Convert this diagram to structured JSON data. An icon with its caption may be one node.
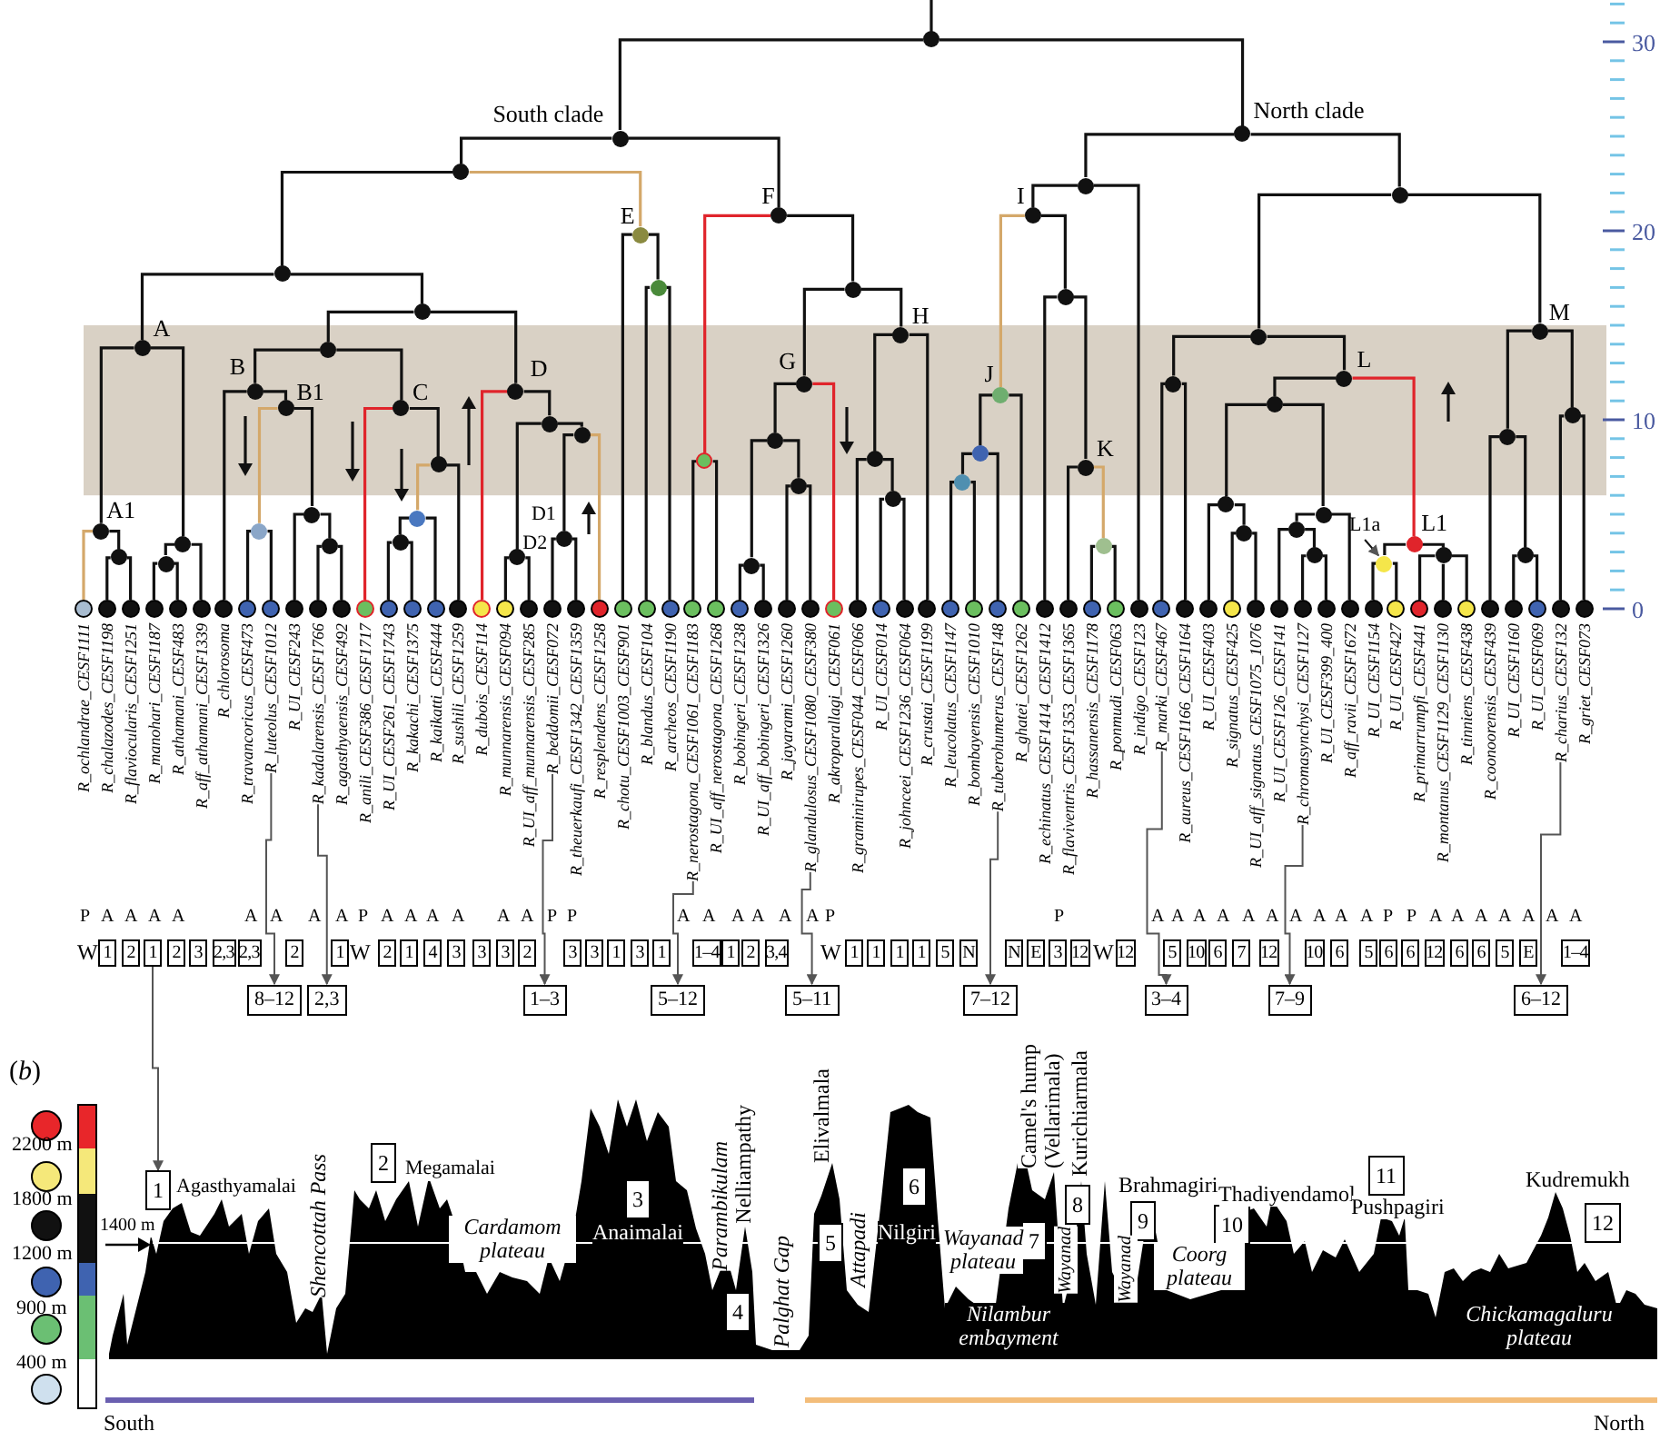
{
  "diagram": {
    "nodes": [
      {
        "text": [],
        "shape": "circle"
      },
      {
        "text": [],
        "shape": "circle",
        "beside": [
          "South clade"
        ]
      },
      {
        "text": [],
        "shape": "circle"
      },
      {
        "text": [],
        "shape": "circle"
      },
      {
        "text": [],
        "shape": "circle",
        "beside": [
          "A"
        ]
      },
      {
        "text": [],
        "shape": "circle",
        "beside": [
          "A1"
        ]
      },
      {
        "text": [],
        "shape": "circle"
      },
      {
        "text": [],
        "shape": "circle"
      },
      {
        "text": [],
        "shape": "circle"
      },
      {
        "text": [],
        "shape": "circle"
      },
      {
        "text": [],
        "shape": "circle"
      },
      {
        "text": [],
        "shape": "circle",
        "beside": [
          "B"
        ]
      },
      {
        "text": [],
        "shape": "circle",
        "beside": [
          "B1"
        ]
      },
      {
        "text": [],
        "shape": "circle"
      },
      {
        "text": [],
        "shape": "circle"
      },
      {
        "text": [],
        "shape": "circle"
      },
      {
        "text": [],
        "shape": "circle",
        "beside": [
          "C"
        ]
      },
      {
        "text": [],
        "shape": "circle"
      },
      {
        "text": [],
        "shape": "circle"
      },
      {
        "text": [],
        "shape": "circle"
      },
      {
        "text": [],
        "shape": "circle",
        "beside": [
          "D"
        ]
      },
      {
        "text": [],
        "shape": "circle"
      },
      {
        "text": [],
        "shape": "circle",
        "beside": [
          "D2"
        ]
      },
      {
        "text": [],
        "shape": "circle"
      },
      {
        "text": [],
        "shape": "circle",
        "beside": [
          "D1"
        ]
      },
      {
        "text": [],
        "shape": "circle",
        "beside": [
          "E"
        ]
      },
      {
        "text": [],
        "shape": "circle"
      },
      {
        "text": [],
        "shape": "circle",
        "beside": [
          "F"
        ]
      },
      {
        "text": [],
        "shape": "circle"
      },
      {
        "text": [],
        "shape": "circle"
      },
      {
        "text": [],
        "shape": "circle",
        "beside": [
          "G"
        ]
      },
      {
        "text": [],
        "shape": "circle"
      },
      {
        "text": [],
        "shape": "circle"
      },
      {
        "text": [],
        "shape": "circle"
      },
      {
        "text": [],
        "shape": "circle",
        "beside": [
          "H"
        ]
      },
      {
        "text": [],
        "shape": "circle"
      },
      {
        "text": [],
        "shape": "circle"
      },
      {
        "text": [],
        "shape": "circle",
        "beside": [
          "North clade"
        ]
      },
      {
        "text": [],
        "shape": "circle"
      },
      {
        "text": [],
        "shape": "circle",
        "beside": [
          "I"
        ]
      },
      {
        "text": [],
        "shape": "circle",
        "beside": [
          "J"
        ]
      },
      {
        "text": [],
        "shape": "circle"
      },
      {
        "text": [],
        "shape": "circle"
      },
      {
        "text": [],
        "shape": "circle"
      },
      {
        "text": [],
        "shape": "circle",
        "beside": [
          "K"
        ]
      },
      {
        "text": [],
        "shape": "circle"
      },
      {
        "text": [],
        "shape": "circle"
      },
      {
        "text": [],
        "shape": "circle"
      },
      {
        "text": [],
        "shape": "circle"
      },
      {
        "text": [],
        "shape": "circle",
        "beside": [
          "L"
        ]
      },
      {
        "text": [],
        "shape": "circle"
      },
      {
        "text": [],
        "shape": "circle"
      },
      {
        "text": [],
        "shape": "circle"
      },
      {
        "text": [],
        "shape": "circle"
      },
      {
        "text": [],
        "shape": "circle"
      },
      {
        "text": [],
        "shape": "circle"
      },
      {
        "text": [],
        "shape": "circle",
        "beside": [
          "L1"
        ]
      },
      {
        "text": [],
        "shape": "circle"
      },
      {
        "text": [],
        "shape": "circle"
      },
      {
        "text": [],
        "shape": "circle",
        "beside": [
          "M"
        ]
      },
      {
        "text": [],
        "shape": "circle"
      },
      {
        "text": [],
        "shape": "circle"
      },
      {
        "text": [],
        "shape": "circle"
      },
      {
        "text": [
          "R_ochlandrae_CESF1111"
        ]
      },
      {
        "text": [
          "R_chalazodes_CESF1198"
        ]
      },
      {
        "text": [
          "R_flaviocularis_CESF1251"
        ]
      },
      {
        "text": [
          "R_manohari_CESF1187"
        ]
      },
      {
        "text": [
          "R_athamani_CESF483"
        ]
      },
      {
        "text": [
          "R_aff_athamani_CESF1339"
        ]
      },
      {
        "text": [
          "R_chlorosoma"
        ]
      },
      {
        "text": [
          "R_travancoricus_CESF473"
        ]
      },
      {
        "text": [
          "R_luteolus_CESF1012"
        ]
      },
      {
        "text": [
          "R_UI_CESF243"
        ]
      },
      {
        "text": [
          "R_kadalarensis_CESF1766"
        ]
      },
      {
        "text": [
          "R_agasthyaensis_CESF492"
        ]
      },
      {
        "text": [
          "R_anili_CESF386_CESF1717"
        ]
      },
      {
        "text": [
          "R_UI_CESF261_CESF1743"
        ]
      },
      {
        "text": [
          "R_kakachi_CESF1375"
        ]
      },
      {
        "text": [
          "R_kaikatti_CESF444"
        ]
      },
      {
        "text": [
          "R_sushili_CESF1259"
        ]
      },
      {
        "text": [
          "R_dubois_CESF114"
        ]
      },
      {
        "text": [
          "R_munnarensis_CESF094"
        ]
      },
      {
        "text": [
          "R_UI_aff_munnarensis_CESF285"
        ]
      },
      {
        "text": [
          "R_beddomii_CESF072"
        ]
      },
      {
        "text": [
          "R_theuerkaufi_CESF1342_CESF1359"
        ]
      },
      {
        "text": [
          "R_resplendens_CESF1258"
        ]
      },
      {
        "text": [
          "R_chotu_CESF1003_CESF901"
        ]
      },
      {
        "text": [
          "R_blandus_CESF104"
        ]
      },
      {
        "text": [
          "R_archeos_CESF1190"
        ]
      },
      {
        "text": [
          "R_nerostagona_CESF1061_CESF1183"
        ]
      },
      {
        "text": [
          "R_UI_aff_nerostagona_CESF1268"
        ]
      },
      {
        "text": [
          "R_bobingeri_CESF1238"
        ]
      },
      {
        "text": [
          "R_UI_aff_bobingeri_CESF1326"
        ]
      },
      {
        "text": [
          "R_jayarami_CESF1260"
        ]
      },
      {
        "text": [
          "R_glandulosus_CESF1080_CESF380"
        ]
      },
      {
        "text": [
          "R_akroparallagi_CESF061"
        ]
      },
      {
        "text": [
          "R_graminirupes_CESF044_CESF066"
        ]
      },
      {
        "text": [
          "R_UI_CESF014"
        ]
      },
      {
        "text": [
          "R_johnceei_CESF1236_CESF064"
        ]
      },
      {
        "text": [
          "R_crustai_CESF1199"
        ]
      },
      {
        "text": [
          "R_leucolatus_CESF1147"
        ]
      },
      {
        "text": [
          "R_bombayensis_CESF1010"
        ]
      },
      {
        "text": [
          "R_tuberohumerus_CESF148"
        ]
      },
      {
        "text": [
          "R_ghatei_CESF1262"
        ]
      },
      {
        "text": [
          "R_echinatus_CESF1414_CESF1412"
        ]
      },
      {
        "text": [
          "R_flaviventris_CESF1353_CESF1365"
        ]
      },
      {
        "text": [
          "R_hassanensis_CESF1178"
        ]
      },
      {
        "text": [
          "R_ponmudi_CESF063"
        ]
      },
      {
        "text": [
          "R_indigo_CESF123"
        ]
      },
      {
        "text": [
          "R_marki_CESF467"
        ]
      },
      {
        "text": [
          "R_aureus_CESF1166_CESF1164"
        ]
      },
      {
        "text": [
          "R_UI_CESF403"
        ]
      },
      {
        "text": [
          "R_signatus_CESF425"
        ]
      },
      {
        "text": [
          "R_UI_aff_signatus_CESF1075_1076"
        ]
      },
      {
        "text": [
          "R_UI_CESF126_CESF141"
        ]
      },
      {
        "text": [
          "R_chromasynchysi_CESF1127"
        ]
      },
      {
        "text": [
          "R_UI_CESF399_400"
        ]
      },
      {
        "text": [
          "R_aff_ravii_CESF1672"
        ]
      },
      {
        "text": [
          "R_UI_CESF1154"
        ]
      },
      {
        "text": [
          "R_UI_CESF427"
        ]
      },
      {
        "text": [
          "R_primarrumpfi_CESF441"
        ]
      },
      {
        "text": [
          "R_montanus_CESF1129_CESF1130"
        ]
      },
      {
        "text": [
          "R_tinniens_CESF438"
        ]
      },
      {
        "text": [
          "R_coonoorensis_CESF439"
        ]
      },
      {
        "text": [
          "R_UI_CESF1160"
        ]
      },
      {
        "text": [
          "R_UI_CESF069"
        ]
      },
      {
        "text": [
          "R_charius_CESF132"
        ]
      },
      {
        "text": [
          "R_griet_CESF073"
        ]
      },
      {
        "text": [
          "8–12"
        ]
      },
      {
        "text": [
          "2,3"
        ]
      },
      {
        "text": [
          "1–3"
        ]
      },
      {
        "text": [
          "5–12"
        ]
      },
      {
        "text": [
          "5–11"
        ]
      },
      {
        "text": [
          "7–12"
        ]
      },
      {
        "text": [
          "3–4"
        ]
      },
      {
        "text": [
          "7–9"
        ]
      },
      {
        "text": [
          "6–12"
        ]
      },
      {
        "text": [
          "1"
        ]
      },
      {
        "text": [
          "1"
        ]
      },
      {
        "text": [
          "1"
        ]
      },
      {
        "text": [
          "2"
        ]
      },
      {
        "text": [
          "2"
        ]
      },
      {
        "text": [
          "3"
        ]
      },
      {
        "text": [
          "2,3"
        ]
      },
      {
        "text": [
          "2,3"
        ]
      },
      {
        "text": [
          "2"
        ]
      },
      {
        "text": [
          "1"
        ]
      },
      {
        "text": [
          "2"
        ]
      },
      {
        "text": [
          "1"
        ]
      },
      {
        "text": [
          "4"
        ]
      },
      {
        "text": [
          "3"
        ]
      },
      {
        "text": [
          "3"
        ]
      },
      {
        "text": [
          "3"
        ]
      },
      {
        "text": [
          "2"
        ]
      },
      {
        "text": [
          "3"
        ]
      },
      {
        "text": [
          "3"
        ]
      },
      {
        "text": [
          "1"
        ]
      },
      {
        "text": [
          "3"
        ]
      },
      {
        "text": [
          "1"
        ]
      },
      {
        "text": [
          "1–4"
        ]
      },
      {
        "text": [
          "1"
        ]
      },
      {
        "text": [
          "2"
        ]
      },
      {
        "text": [
          "3,4"
        ]
      },
      {
        "text": [
          "1"
        ]
      },
      {
        "text": [
          "1"
        ]
      },
      {
        "text": [
          "1"
        ]
      },
      {
        "text": [
          "1"
        ]
      },
      {
        "text": [
          "5"
        ]
      },
      {
        "text": [
          "N"
        ]
      },
      {
        "text": [
          "N"
        ]
      },
      {
        "text": [
          "E"
        ]
      },
      {
        "text": [
          "3"
        ]
      },
      {
        "text": [
          "12"
        ]
      },
      {
        "text": [
          "12"
        ]
      },
      {
        "text": [
          "5"
        ]
      },
      {
        "text": [
          "10"
        ]
      },
      {
        "text": [
          "6"
        ]
      },
      {
        "text": [
          "7"
        ]
      },
      {
        "text": [
          "12"
        ]
      },
      {
        "text": [
          "10"
        ]
      },
      {
        "text": [
          "6"
        ]
      },
      {
        "text": [
          "5"
        ]
      },
      {
        "text": [
          "6"
        ]
      },
      {
        "text": [
          "6"
        ]
      },
      {
        "text": [
          "12"
        ]
      },
      {
        "text": [
          "6"
        ]
      },
      {
        "text": [
          "6"
        ]
      },
      {
        "text": [
          "5"
        ]
      },
      {
        "text": [
          "E"
        ]
      },
      {
        "text": [
          "1–4"
        ]
      },
      {
        "text": [
          "2"
        ]
      },
      {
        "text": [
          "3"
        ]
      },
      {
        "text": [
          "4"
        ]
      },
      {
        "text": [
          "5"
        ]
      },
      {
        "text": [
          "6"
        ]
      },
      {
        "text": [
          "7"
        ]
      },
      {
        "text": [
          "8"
        ]
      },
      {
        "text": [
          "9"
        ]
      },
      {
        "text": [
          "10"
        ]
      },
      {
        "text": [
          "11"
        ]
      },
      {
        "text": [
          "12"
        ]
      },
      {
        "text": [
          "L1a"
        ]
      }
    ],
    "edges": [
      {
        "from": null,
        "to": 0,
        "arrow": "none"
      },
      {
        "from": 0,
        "to": 1,
        "arrow": "none"
      },
      {
        "from": 0,
        "to": 37,
        "arrow": "none"
      },
      {
        "from": 1,
        "to": 2,
        "arrow": "none"
      },
      {
        "from": 1,
        "to": 27,
        "arrow": "none"
      },
      {
        "from": 2,
        "to": 3,
        "arrow": "none"
      },
      {
        "from": 2,
        "to": 25,
        "arrow": "none",
        "color": "#d4a86a"
      },
      {
        "from": 3,
        "to": 4,
        "arrow": "none"
      },
      {
        "from": 3,
        "to": 9,
        "arrow": "none"
      },
      {
        "from": 4,
        "to": 5,
        "arrow": "none"
      },
      {
        "from": 4,
        "to": 7,
        "arrow": "none"
      },
      {
        "from": 5,
        "to": 63,
        "arrow": "none",
        "color": "#d4a86a"
      },
      {
        "from": 5,
        "to": 6,
        "arrow": "none"
      },
      {
        "from": 6,
        "to": 64,
        "arrow": "none"
      },
      {
        "from": 6,
        "to": 65,
        "arrow": "none"
      },
      {
        "from": 7,
        "to": 8,
        "arrow": "none"
      },
      {
        "from": 7,
        "to": 68,
        "arrow": "none"
      },
      {
        "from": 8,
        "to": 66,
        "arrow": "none"
      },
      {
        "from": 8,
        "to": 67,
        "arrow": "none"
      },
      {
        "from": 9,
        "to": 10,
        "arrow": "none"
      },
      {
        "from": 9,
        "to": 20,
        "arrow": "none"
      },
      {
        "from": 10,
        "to": 11,
        "arrow": "none"
      },
      {
        "from": 10,
        "to": 16,
        "arrow": "none"
      },
      {
        "from": 11,
        "to": 69,
        "arrow": "none"
      },
      {
        "from": 11,
        "to": 12,
        "arrow": "none"
      },
      {
        "from": 12,
        "to": 13,
        "arrow": "none",
        "color": "#d4a86a"
      },
      {
        "from": 12,
        "to": 14,
        "arrow": "none"
      },
      {
        "from": 13,
        "to": 70,
        "arrow": "none"
      },
      {
        "from": 13,
        "to": 71,
        "arrow": "none"
      },
      {
        "from": 14,
        "to": 72,
        "arrow": "none"
      },
      {
        "from": 14,
        "to": 15,
        "arrow": "none"
      },
      {
        "from": 15,
        "to": 73,
        "arrow": "none"
      },
      {
        "from": 15,
        "to": 74,
        "arrow": "none"
      },
      {
        "from": 16,
        "to": 75,
        "arrow": "none",
        "color": "#e0242b"
      },
      {
        "from": 16,
        "to": 17,
        "arrow": "none"
      },
      {
        "from": 17,
        "to": 18,
        "arrow": "none",
        "color": "#d4a86a"
      },
      {
        "from": 17,
        "to": 79,
        "arrow": "none"
      },
      {
        "from": 18,
        "to": 19,
        "arrow": "none"
      },
      {
        "from": 18,
        "to": 78,
        "arrow": "none"
      },
      {
        "from": 19,
        "to": 76,
        "arrow": "none"
      },
      {
        "from": 19,
        "to": 77,
        "arrow": "none"
      },
      {
        "from": 20,
        "to": 80,
        "arrow": "none",
        "color": "#e0242b"
      },
      {
        "from": 20,
        "to": 21,
        "arrow": "none"
      },
      {
        "from": 21,
        "to": 22,
        "arrow": "none"
      },
      {
        "from": 21,
        "to": 23,
        "arrow": "none"
      },
      {
        "from": 22,
        "to": 81,
        "arrow": "none"
      },
      {
        "from": 22,
        "to": 82,
        "arrow": "none"
      },
      {
        "from": 23,
        "to": 24,
        "arrow": "none"
      },
      {
        "from": 23,
        "to": 85,
        "arrow": "none",
        "color": "#d4a86a"
      },
      {
        "from": 24,
        "to": 83,
        "arrow": "none"
      },
      {
        "from": 24,
        "to": 84,
        "arrow": "none"
      },
      {
        "from": 25,
        "to": 86,
        "arrow": "none"
      },
      {
        "from": 25,
        "to": 26,
        "arrow": "none"
      },
      {
        "from": 26,
        "to": 87,
        "arrow": "none"
      },
      {
        "from": 26,
        "to": 88,
        "arrow": "none"
      },
      {
        "from": 27,
        "to": 28,
        "arrow": "none",
        "color": "#e0242b"
      },
      {
        "from": 27,
        "to": 29,
        "arrow": "none"
      },
      {
        "from": 28,
        "to": 89,
        "arrow": "none"
      },
      {
        "from": 28,
        "to": 90,
        "arrow": "none"
      },
      {
        "from": 29,
        "to": 30,
        "arrow": "none"
      },
      {
        "from": 29,
        "to": 34,
        "arrow": "none"
      },
      {
        "from": 30,
        "to": 31,
        "arrow": "none"
      },
      {
        "from": 30,
        "to": 95,
        "arrow": "none",
        "color": "#e0242b"
      },
      {
        "from": 31,
        "to": 32,
        "arrow": "none"
      },
      {
        "from": 31,
        "to": 33,
        "arrow": "none"
      },
      {
        "from": 32,
        "to": 91,
        "arrow": "none"
      },
      {
        "from": 32,
        "to": 92,
        "arrow": "none"
      },
      {
        "from": 33,
        "to": 93,
        "arrow": "none"
      },
      {
        "from": 33,
        "to": 94,
        "arrow": "none"
      },
      {
        "from": 34,
        "to": 35,
        "arrow": "none"
      },
      {
        "from": 34,
        "to": 99,
        "arrow": "none"
      },
      {
        "from": 35,
        "to": 96,
        "arrow": "none"
      },
      {
        "from": 35,
        "to": 36,
        "arrow": "none"
      },
      {
        "from": 36,
        "to": 97,
        "arrow": "none"
      },
      {
        "from": 36,
        "to": 98,
        "arrow": "none"
      },
      {
        "from": 37,
        "to": 38,
        "arrow": "none"
      },
      {
        "from": 37,
        "to": 46,
        "arrow": "none"
      },
      {
        "from": 38,
        "to": 39,
        "arrow": "none"
      },
      {
        "from": 38,
        "to": 108,
        "arrow": "none"
      },
      {
        "from": 39,
        "to": 40,
        "arrow": "none",
        "color": "#d4a86a"
      },
      {
        "from": 39,
        "to": 43,
        "arrow": "none"
      },
      {
        "from": 40,
        "to": 41,
        "arrow": "none"
      },
      {
        "from": 40,
        "to": 103,
        "arrow": "none"
      },
      {
        "from": 41,
        "to": 42,
        "arrow": "none"
      },
      {
        "from": 41,
        "to": 102,
        "arrow": "none"
      },
      {
        "from": 42,
        "to": 100,
        "arrow": "none"
      },
      {
        "from": 42,
        "to": 101,
        "arrow": "none"
      },
      {
        "from": 43,
        "to": 104,
        "arrow": "none"
      },
      {
        "from": 43,
        "to": 44,
        "arrow": "none"
      },
      {
        "from": 44,
        "to": 105,
        "arrow": "none"
      },
      {
        "from": 44,
        "to": 45,
        "arrow": "none",
        "color": "#d4a86a"
      },
      {
        "from": 45,
        "to": 106,
        "arrow": "none"
      },
      {
        "from": 45,
        "to": 107,
        "arrow": "none"
      },
      {
        "from": 46,
        "to": 47,
        "arrow": "none"
      },
      {
        "from": 46,
        "to": 59,
        "arrow": "none"
      },
      {
        "from": 47,
        "to": 48,
        "arrow": "none"
      },
      {
        "from": 47,
        "to": 49,
        "arrow": "none"
      },
      {
        "from": 48,
        "to": 109,
        "arrow": "none"
      },
      {
        "from": 48,
        "to": 110,
        "arrow": "none"
      },
      {
        "from": 49,
        "to": 50,
        "arrow": "none"
      },
      {
        "from": 49,
        "to": 56,
        "arrow": "none",
        "color": "#e0242b"
      },
      {
        "from": 50,
        "to": 51,
        "arrow": "none"
      },
      {
        "from": 50,
        "to": 53,
        "arrow": "none"
      },
      {
        "from": 51,
        "to": 111,
        "arrow": "none"
      },
      {
        "from": 51,
        "to": 52,
        "arrow": "none"
      },
      {
        "from": 52,
        "to": 112,
        "arrow": "none"
      },
      {
        "from": 52,
        "to": 113,
        "arrow": "none"
      },
      {
        "from": 53,
        "to": 54,
        "arrow": "none"
      },
      {
        "from": 53,
        "to": 117,
        "arrow": "none"
      },
      {
        "from": 54,
        "to": 114,
        "arrow": "none"
      },
      {
        "from": 54,
        "to": 55,
        "arrow": "none"
      },
      {
        "from": 55,
        "to": 115,
        "arrow": "none"
      },
      {
        "from": 55,
        "to": 116,
        "arrow": "none"
      },
      {
        "from": 56,
        "to": 57,
        "arrow": "none"
      },
      {
        "from": 56,
        "to": 58,
        "arrow": "none"
      },
      {
        "from": 57,
        "to": 118,
        "arrow": "none"
      },
      {
        "from": 57,
        "to": 119,
        "arrow": "none"
      },
      {
        "from": 58,
        "to": 120,
        "arrow": "none"
      },
      {
        "from": 58,
        "to": 121,
        "arrow": "none"
      },
      {
        "from": 58,
        "to": 122,
        "arrow": "none"
      },
      {
        "from": 59,
        "to": 60,
        "arrow": "none"
      },
      {
        "from": 59,
        "to": 62,
        "arrow": "none"
      },
      {
        "from": 60,
        "to": 123,
        "arrow": "none"
      },
      {
        "from": 60,
        "to": 61,
        "arrow": "none"
      },
      {
        "from": 61,
        "to": 124,
        "arrow": "none"
      },
      {
        "from": 61,
        "to": 125,
        "arrow": "none"
      },
      {
        "from": 62,
        "to": 126,
        "arrow": "none"
      },
      {
        "from": 62,
        "to": 127,
        "arrow": "none"
      },
      {
        "from": 71,
        "to": 128,
        "arrow": "to"
      },
      {
        "from": 73,
        "to": 129,
        "arrow": "to"
      },
      {
        "from": 83,
        "to": 130,
        "arrow": "to"
      },
      {
        "from": 89,
        "to": 131,
        "arrow": "to"
      },
      {
        "from": 94,
        "to": 132,
        "arrow": "to"
      },
      {
        "from": 102,
        "to": 133,
        "arrow": "to"
      },
      {
        "from": 109,
        "to": 134,
        "arrow": "to"
      },
      {
        "from": 115,
        "to": 135,
        "arrow": "to"
      },
      {
        "from": 126,
        "to": 136,
        "arrow": "to"
      },
      {
        "from": 137,
        "to": 138,
        "arrow": "to"
      },
      {
        "from": 201,
        "to": 57,
        "arrow": "to"
      }
    ],
    "labels": [
      "30",
      "20",
      "10",
      "0",
      "P",
      "A",
      "A",
      "A",
      "A",
      "A",
      "A",
      "A",
      "A",
      "P",
      "A",
      "A",
      "A",
      "A",
      "A",
      "A",
      "P",
      "P",
      "A",
      "A",
      "A",
      "A",
      "A",
      "A",
      "P",
      "P",
      "A",
      "A",
      "A",
      "A",
      "A",
      "A",
      "A",
      "A",
      "A",
      "A",
      "P",
      "P",
      "A",
      "A",
      "A",
      "A",
      "A",
      "A",
      "A",
      "W",
      "W",
      "W",
      "W",
      "(*b*)",
      "1400 m",
      "Agasthyamalai",
      "Shencottah Pass",
      "Megamalai",
      "Cardamom plateau",
      "Anaimalai",
      "Parambikulam",
      "Nelliampathy",
      "Palghat Gap",
      "Elivalmala",
      "Attapadi",
      "Nilgiri",
      "Wayanad plateau",
      "Nilambur embayment",
      "Camel's hump (Vellarimala)",
      "Wayanad",
      "Kurichiarmala",
      "Wayanad",
      "Brahmagiri",
      "Coorg plateau",
      "Thadiyendamol",
      "Pushpagiri",
      "Kudremukh",
      "Chickamagaluru plateau",
      "South",
      "North"
    ],
    "legend": [
      {
        "text": "2200 m",
        "color": "#e8262a"
      },
      {
        "text": "1800 m",
        "color": "#f5e87a"
      },
      {
        "text": "1200 m",
        "color": "#111111"
      },
      {
        "text": "900 m",
        "color": "#3f63b0"
      },
      {
        "text": "400 m",
        "color": "#6bbf73"
      }
    ]
  }
}
